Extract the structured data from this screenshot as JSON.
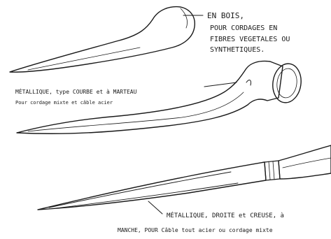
{
  "tools": [
    {
      "id": "wooden-fid",
      "label_lines": [
        "EN BOIS,",
        "POUR CORDAGES EN",
        "FIBRES VEGETALES OU",
        "SYNTHETIQUES."
      ]
    },
    {
      "id": "curved-metal-fid",
      "label_lines": [
        "MÉTALLIQUE, type COURBE et à MARTEAU",
        "Pour cordage mixte et câble acier"
      ]
    },
    {
      "id": "straight-metal-fid",
      "label_lines": [
        "MÉTALLIQUE, DROITE et CREUSE, à",
        "MANCHE, POUR Câble tout acier ou cordage mixte"
      ]
    }
  ]
}
